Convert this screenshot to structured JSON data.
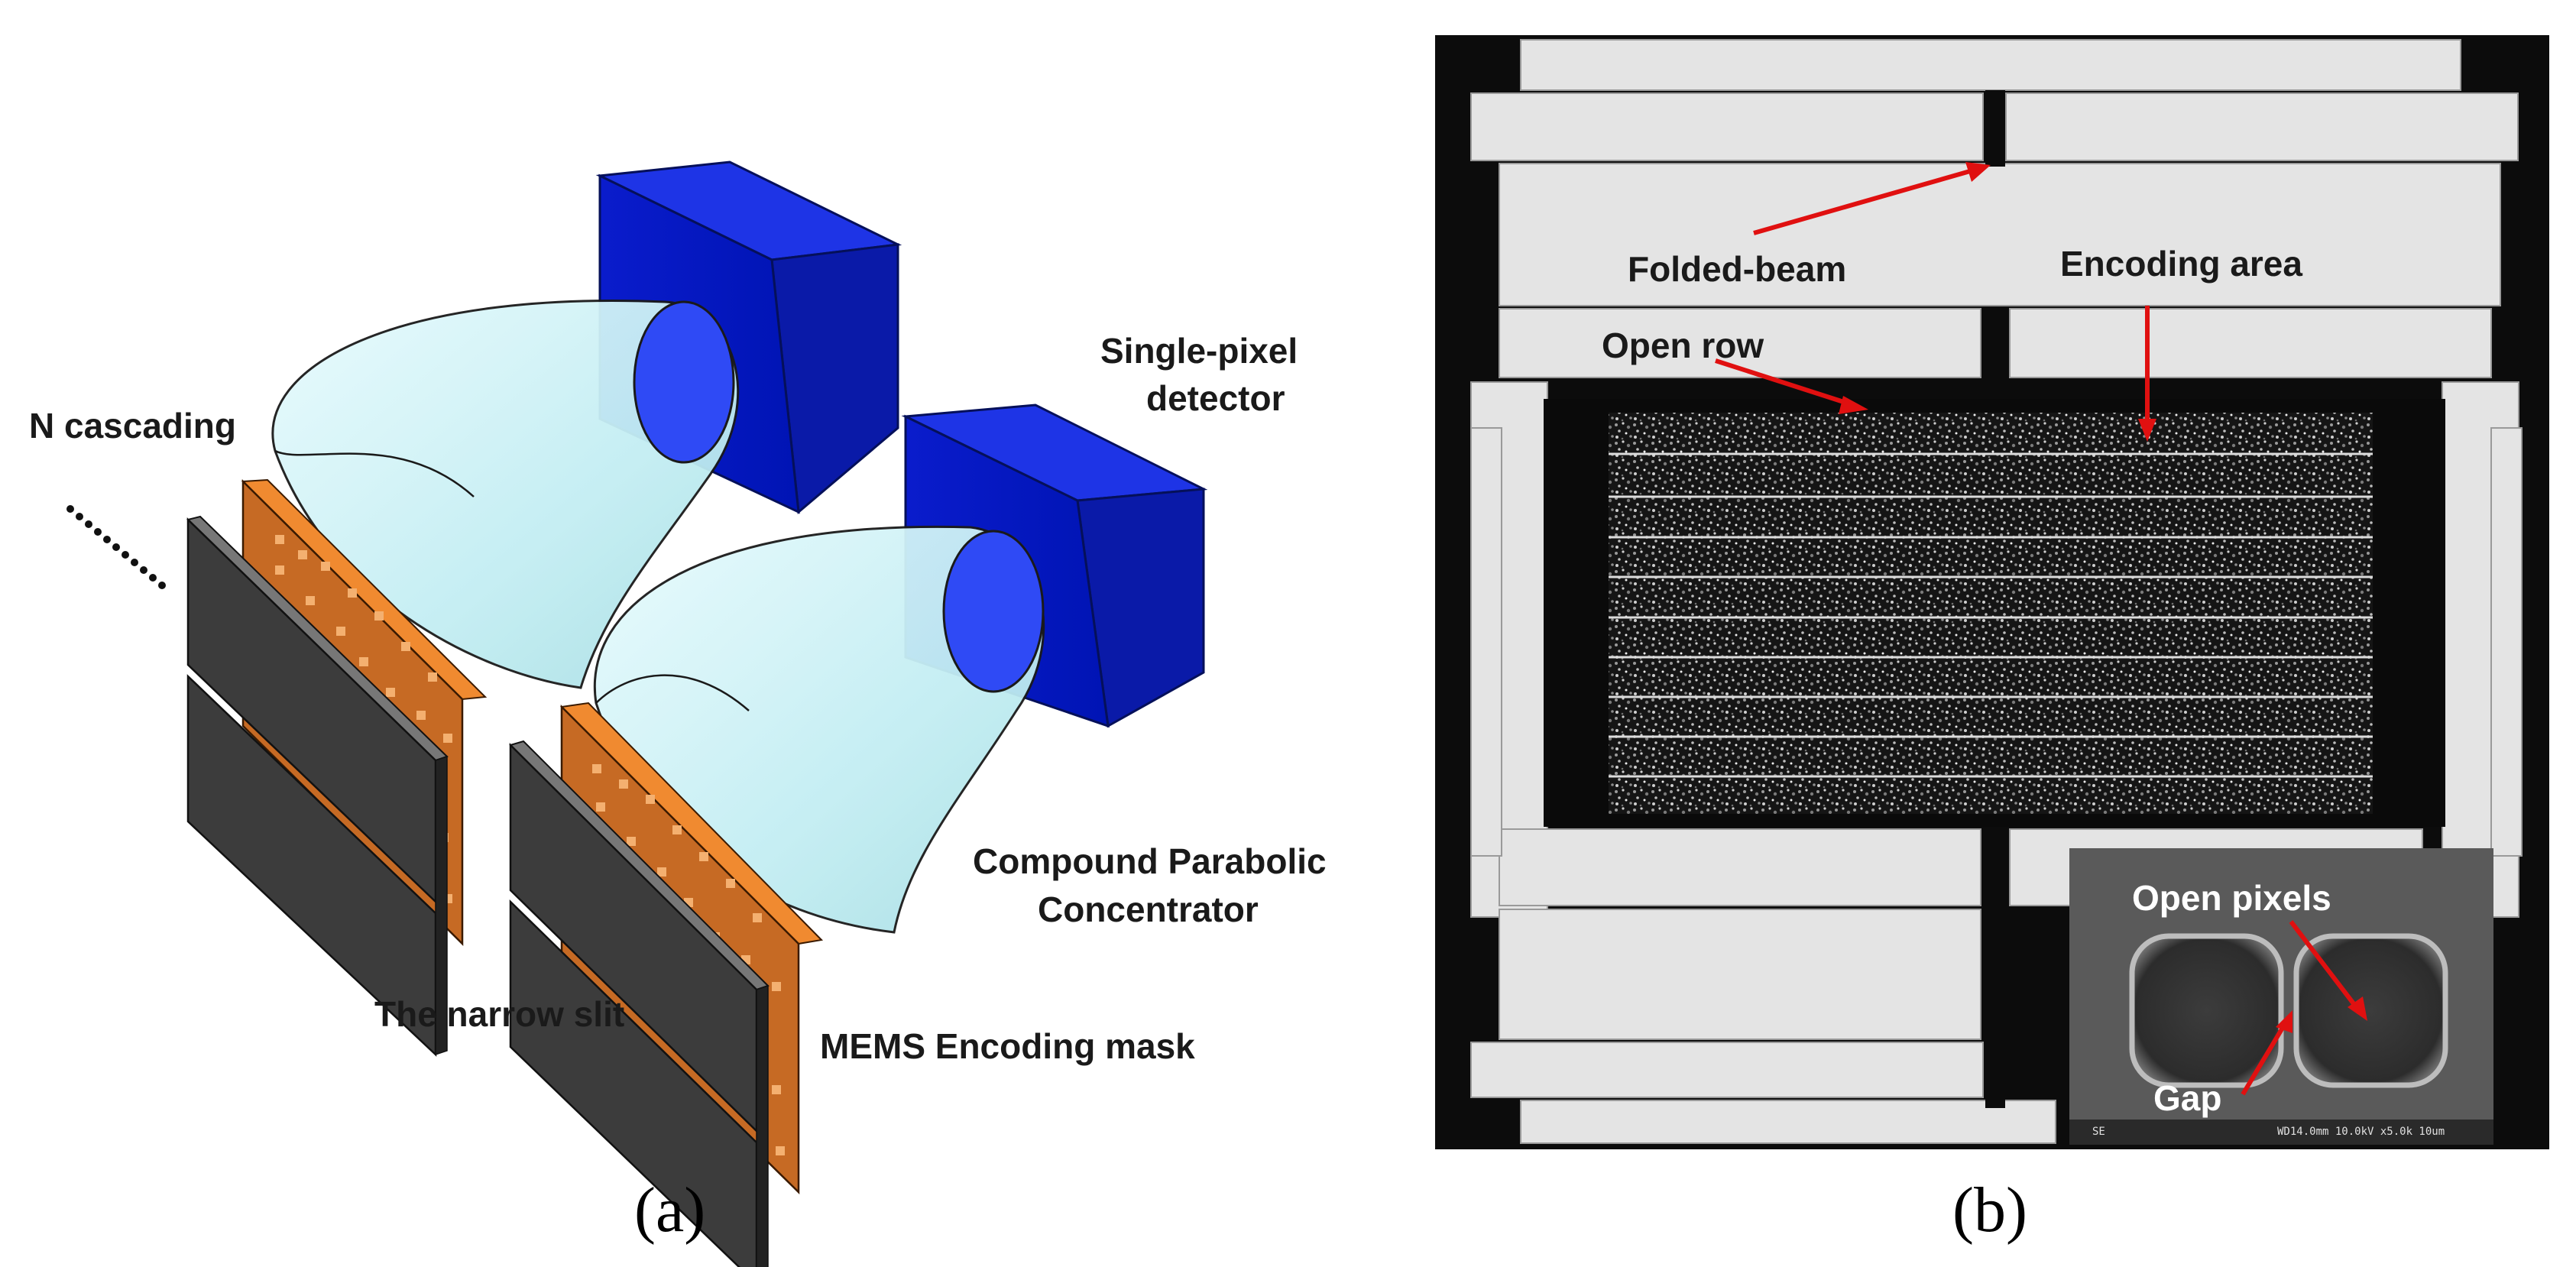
{
  "panel_a": {
    "label": "(a)",
    "labels": {
      "n_cascading": "N cascading",
      "detector_line1": "Single-pixel",
      "detector_line2": "detector",
      "cpc_line1": "Compound Parabolic",
      "cpc_line2": "Concentrator",
      "slit": "The narrow slit",
      "mask": "MEMS Encoding mask"
    },
    "colors": {
      "detector": "#0b1fd6",
      "concentrator": "#c8f0f4",
      "mask": "#d8732a",
      "slit": "#3a3a3a"
    }
  },
  "panel_b": {
    "label": "(b)",
    "labels": {
      "folded_beam": "Folded-beam",
      "encoding_area": "Encoding area",
      "open_row": "Open row",
      "open_pixels": "Open pixels",
      "gap": "Gap"
    },
    "scale_left": "SE",
    "scale_right": "WD14.0mm 10.0kV x5.0k   10um",
    "colors": {
      "arrow": "#e01010",
      "frame": "#111111",
      "beam": "#e6e6e6"
    }
  }
}
